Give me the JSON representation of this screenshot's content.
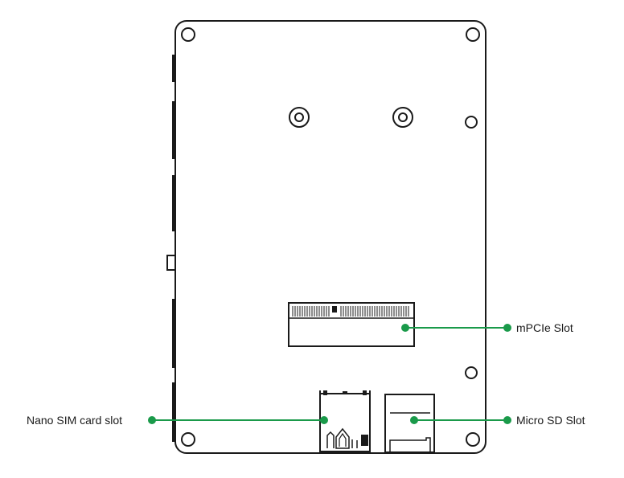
{
  "callouts": {
    "mpcie": {
      "label": "mPCIe Slot"
    },
    "microsd": {
      "label": "Micro SD Slot"
    },
    "nanosim": {
      "label": "Nano SIM card slot"
    }
  },
  "colors": {
    "outline": "#1a1a1a",
    "callout": "#1a9a4a",
    "background": "#ffffff"
  }
}
